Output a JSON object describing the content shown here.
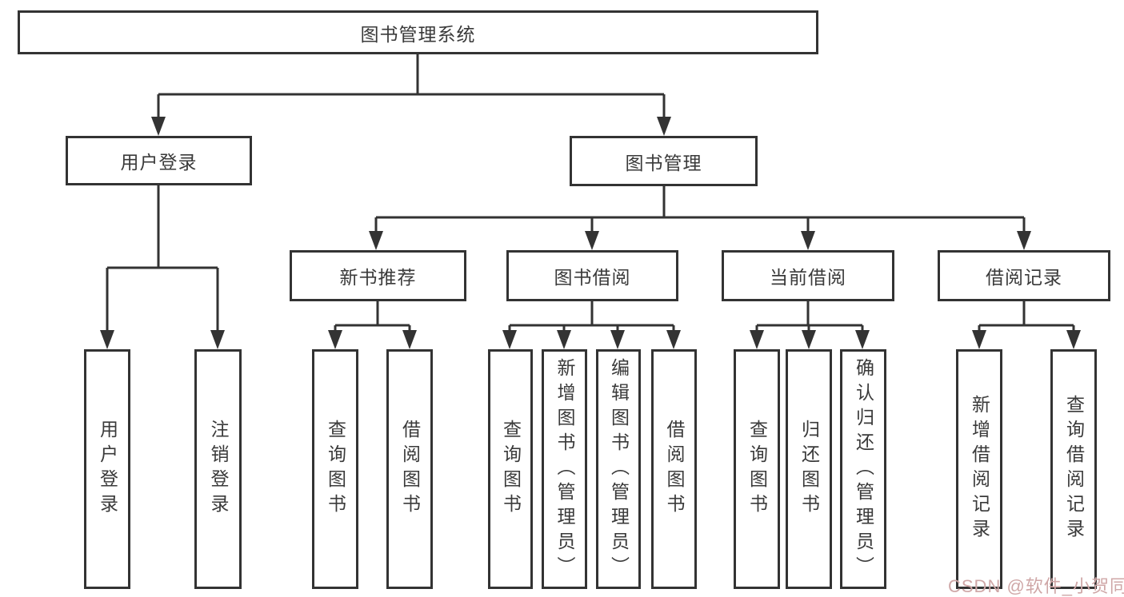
{
  "diagram": {
    "root": {
      "label": "图书管理系统"
    },
    "branches": [
      {
        "label": "用户登录",
        "children": [
          {
            "label": "用户登录"
          },
          {
            "label": "注销登录"
          }
        ]
      },
      {
        "label": "图书管理",
        "children": [
          {
            "label": "新书推荐",
            "children": [
              {
                "label": "查询图书"
              },
              {
                "label": "借阅图书"
              }
            ]
          },
          {
            "label": "图书借阅",
            "children": [
              {
                "label": "查询图书"
              },
              {
                "label": "新增图书（管理员）"
              },
              {
                "label": "编辑图书（管理员）"
              },
              {
                "label": "借阅图书"
              }
            ]
          },
          {
            "label": "当前借阅",
            "children": [
              {
                "label": "查询图书"
              },
              {
                "label": "归还图书"
              },
              {
                "label": "确认归还（管理员）"
              }
            ]
          },
          {
            "label": "借阅记录",
            "children": [
              {
                "label": "新增借阅记录"
              },
              {
                "label": "查询借阅记录"
              }
            ]
          }
        ]
      }
    ]
  },
  "watermark": {
    "text": "CSDN @软件_小贺同学",
    "color": "#cfa7a7"
  },
  "colors": {
    "line": "#333333",
    "text": "#3a3a3a",
    "background": "#ffffff"
  }
}
